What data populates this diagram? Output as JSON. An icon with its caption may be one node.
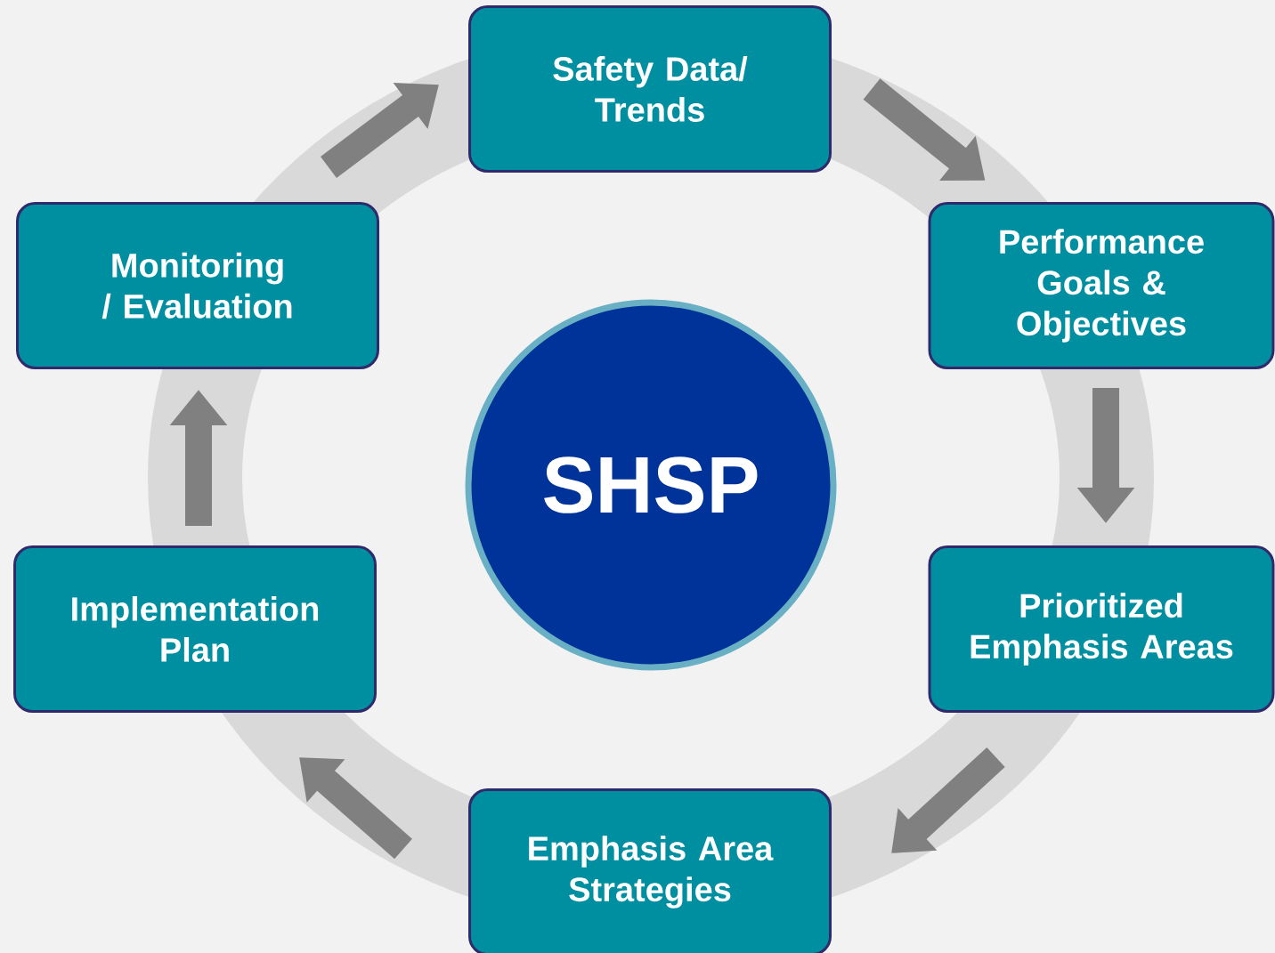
{
  "diagram": {
    "nodes": [
      {
        "text": [
          "Safety Data/ Trends"
        ]
      },
      {
        "text": [
          "Performance Goals & Objectives"
        ]
      },
      {
        "text": [
          "Prioritized Emphasis Areas"
        ]
      },
      {
        "text": [
          "Emphasis Area Strategies"
        ]
      },
      {
        "text": [
          "Implementation Plan"
        ]
      },
      {
        "text": [
          "Monitoring / Evaluation"
        ]
      },
      {
        "text": [
          "SHSP"
        ]
      }
    ],
    "edges": [
      {
        "from": 0,
        "to": 1,
        "arrow": "to"
      },
      {
        "from": 1,
        "to": 2,
        "arrow": "to"
      },
      {
        "from": 2,
        "to": 3,
        "arrow": "to"
      },
      {
        "from": 3,
        "to": 4,
        "arrow": "to"
      },
      {
        "from": 4,
        "to": 5,
        "arrow": "to"
      },
      {
        "from": 5,
        "to": 0,
        "arrow": "to"
      }
    ]
  }
}
